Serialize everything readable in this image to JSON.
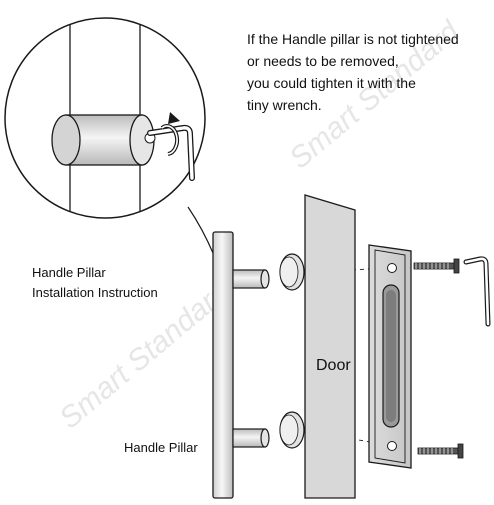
{
  "note": {
    "lines": [
      "If the Handle pillar is not tightened",
      "or needs to be removed,",
      "you could tighten it with the",
      "tiny wrench."
    ]
  },
  "labels": {
    "installation": [
      "Handle Pillar",
      "Installation Instruction"
    ],
    "handle_pillar": "Handle Pillar",
    "door": "Door"
  },
  "watermark": "Smart Standard",
  "colors": {
    "line": "#1a1a1a",
    "door_fill": "#d9d9d9",
    "metal_fill": "#ececec",
    "watermark": "#e9e9e9"
  }
}
